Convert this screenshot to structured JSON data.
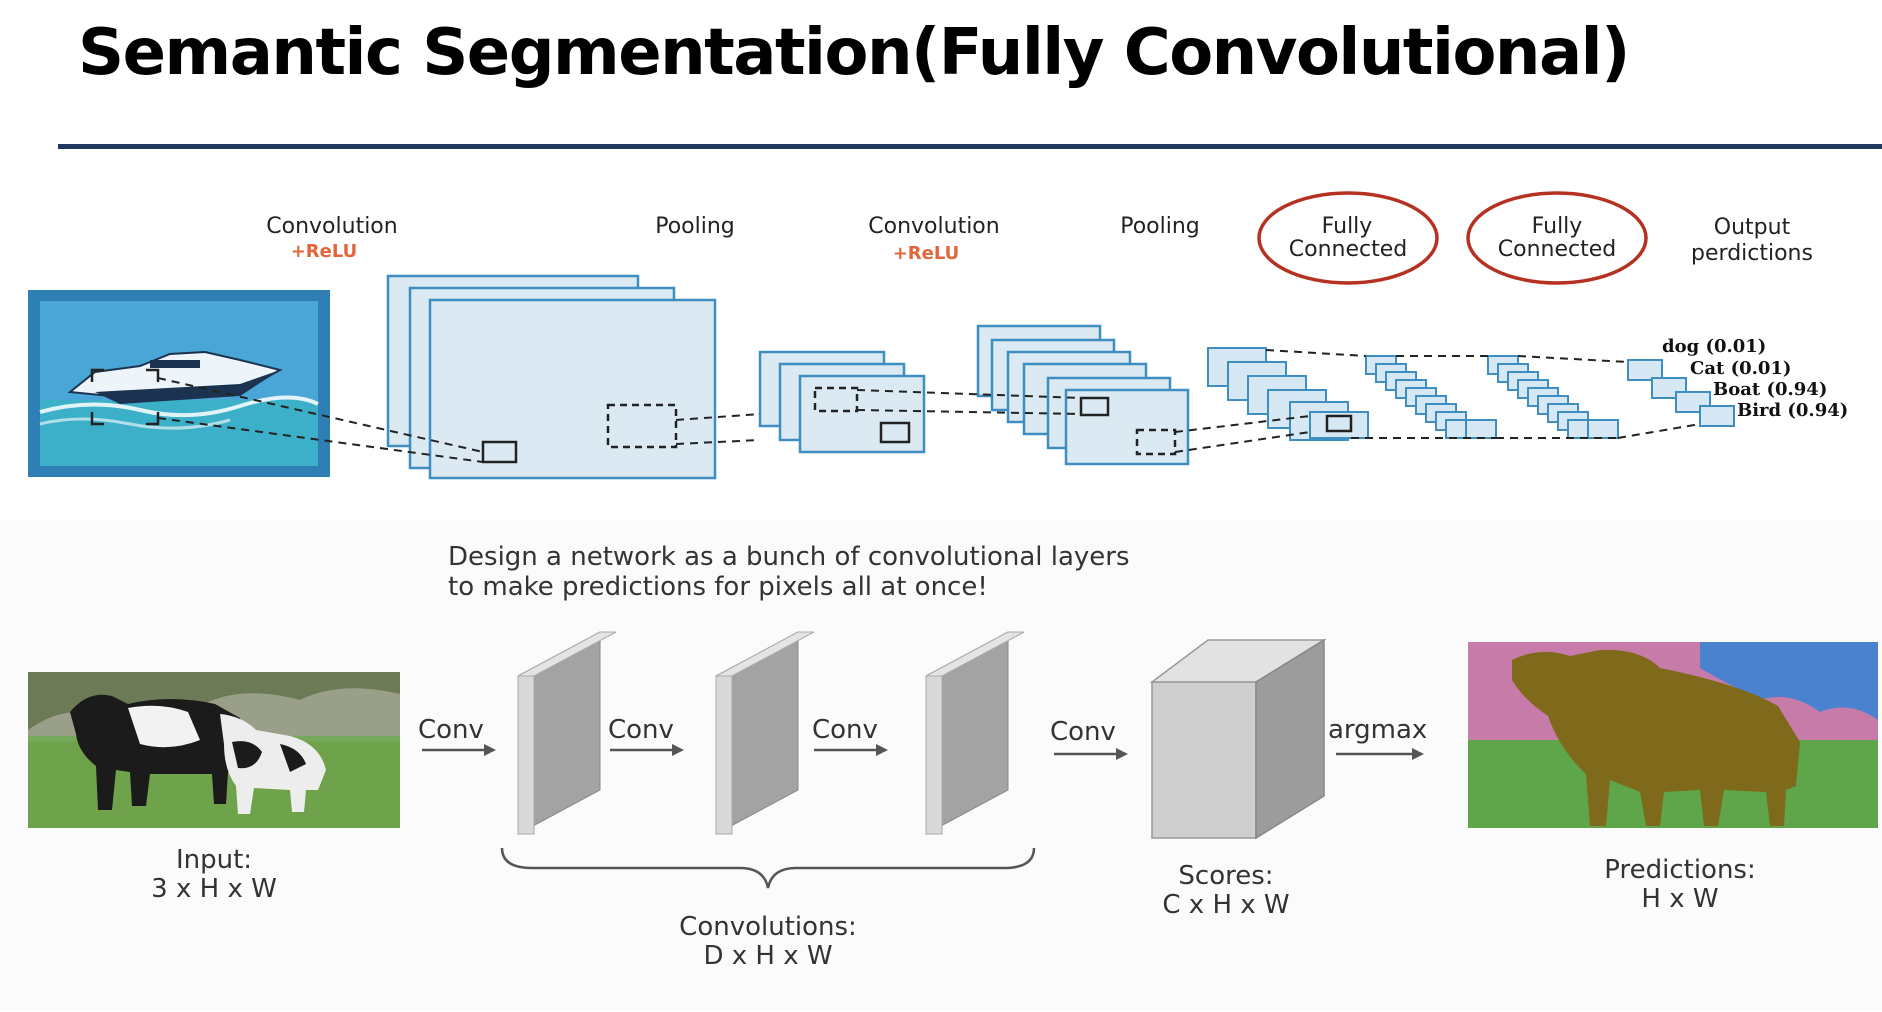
{
  "slide": {
    "title": "Semantic Segmentation(Fully Convolutional)"
  },
  "cnn_diagram": {
    "stages": [
      {
        "label": "Convolution",
        "sub": "+ReLU"
      },
      {
        "label": "Pooling",
        "sub": ""
      },
      {
        "label": "Convolution",
        "sub": "+ReLU"
      },
      {
        "label": "Pooling",
        "sub": ""
      },
      {
        "label_line1": "Fully",
        "label_line2": "Connected",
        "highlighted": true
      },
      {
        "label_line1": "Fully",
        "label_line2": "Connected",
        "highlighted": true
      },
      {
        "label_line1": "Output",
        "label_line2": "perdictions"
      }
    ],
    "predictions": [
      {
        "text": "dog (0.01)"
      },
      {
        "text": "Cat (0.01)"
      },
      {
        "text": "Boat (0.94)"
      },
      {
        "text": "Bird (0.94)"
      }
    ],
    "highlight_color": "#b53222",
    "layer_color": "#3e8ec2"
  },
  "fcn_diagram": {
    "caption_line1": "Design a network as a bunch of convolutional layers",
    "caption_line2": "to make predictions for pixels all at once!",
    "input_label_line1": "Input:",
    "input_label_line2": "3 x H x W",
    "conv_arrows": [
      "Conv",
      "Conv",
      "Conv",
      "Conv"
    ],
    "argmax_label": "argmax",
    "convolutions_label_line1": "Convolutions:",
    "convolutions_label_line2": "D x H x W",
    "scores_label_line1": "Scores:",
    "scores_label_line2": "C x H x W",
    "predictions_label_line1": "Predictions:",
    "predictions_label_line2": "H x W",
    "segmentation_colors": {
      "sky": "#4a82d0",
      "trees": "#c77ba8",
      "grass": "#5fa64a",
      "cow": "#7e6a1a"
    }
  }
}
